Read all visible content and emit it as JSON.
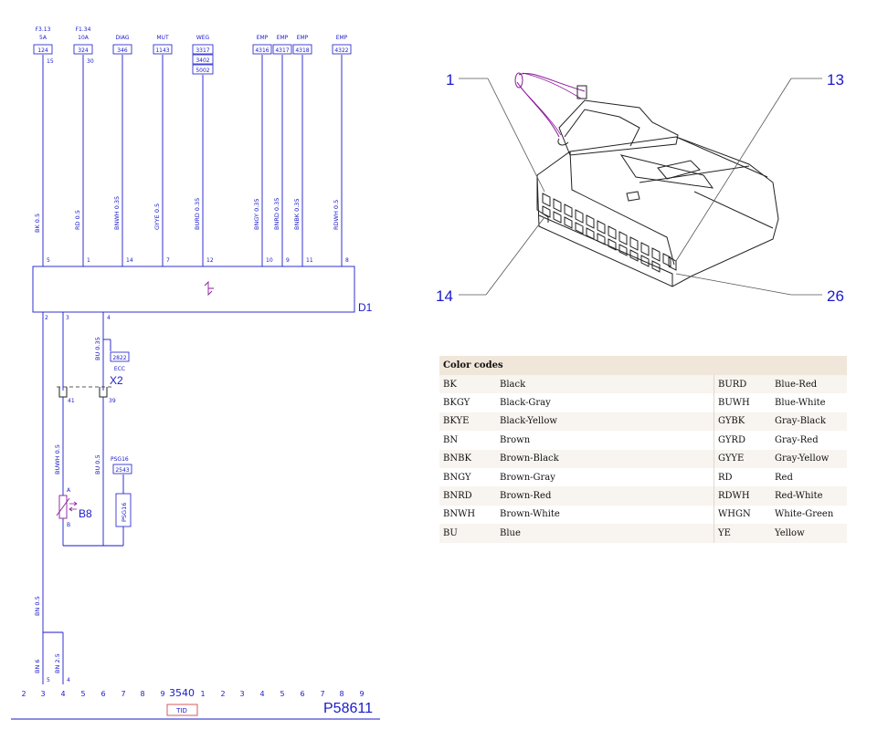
{
  "top_labels": [
    {
      "line1": "F3.13",
      "line2": "5A"
    },
    {
      "line1": "F1.34",
      "line2": "10A"
    },
    {
      "line1": "DIAG"
    },
    {
      "line1": "MUT"
    },
    {
      "line1": "WEG"
    },
    {
      "line1": "EMP"
    },
    {
      "line1": "EMP"
    },
    {
      "line1": "EMP"
    },
    {
      "line1": "EMP"
    }
  ],
  "top_boxes": [
    "124",
    "324",
    "346",
    "1143",
    "3317",
    "3402",
    "5002",
    "4316",
    "4317",
    "4318",
    "4322"
  ],
  "top_pins": [
    "15",
    "30"
  ],
  "wires": [
    {
      "color": "BK 0.5",
      "pin": "5"
    },
    {
      "color": "RD 0.5",
      "pin": "1"
    },
    {
      "color": "BNWH 0.35",
      "pin": "14"
    },
    {
      "color": "GYYE 0.5",
      "pin": "7"
    },
    {
      "color": "BURD 0.35",
      "pin": "12"
    },
    {
      "color": "BNGY 0.35",
      "pin": "10"
    },
    {
      "color": "BNRD 0.35",
      "pin": "9"
    },
    {
      "color": "BNBK 0.35",
      "pin": "11"
    },
    {
      "color": "RDWH 0.5",
      "pin": "8"
    }
  ],
  "d1": {
    "label": "D1",
    "bottom_pins": [
      "2",
      "3",
      "4"
    ]
  },
  "lower": {
    "bu035": "BU 0.35",
    "ecc_box": "2822",
    "ecc_label": "ECC",
    "x2_label": "X2",
    "x2_pins": [
      "41",
      "39"
    ],
    "buwh": "BUWH 0.5",
    "bu05": "BU 0.5",
    "psg_label": "PSG16",
    "psg_box": "2543",
    "psg_vertical": "PSG16",
    "b8_label": "B8",
    "b8_pins": [
      "A",
      "B"
    ],
    "bn05": "BN 0.5",
    "bn6": "BN 6",
    "bn25": "BN 2.5",
    "ground_pins": [
      "5",
      "4"
    ]
  },
  "ruler": {
    "numbers": [
      "2",
      "3",
      "4",
      "5",
      "6",
      "7",
      "8",
      "9",
      "3540",
      "1",
      "2",
      "3",
      "4",
      "5",
      "6",
      "7",
      "8",
      "9"
    ],
    "tid": "TID",
    "page_code": "P58611"
  },
  "connector_callouts": [
    "1",
    "13",
    "14",
    "26"
  ],
  "color_table": {
    "title": "Color codes",
    "rows": [
      [
        "BK",
        "Black",
        "BURD",
        "Blue-Red"
      ],
      [
        "BKGY",
        "Black-Gray",
        "BUWH",
        "Blue-White"
      ],
      [
        "BKYE",
        "Black-Yellow",
        "GYBK",
        "Gray-Black"
      ],
      [
        "BN",
        "Brown",
        "GYRD",
        "Gray-Red"
      ],
      [
        "BNBK",
        "Brown-Black",
        "GYYE",
        "Gray-Yellow"
      ],
      [
        "BNGY",
        "Brown-Gray",
        "RD",
        "Red"
      ],
      [
        "BNRD",
        "Brown-Red",
        "RDWH",
        "Red-White"
      ],
      [
        "BNWH",
        "Brown-White",
        "WHGN",
        "White-Green"
      ],
      [
        "BU",
        "Blue",
        "YE",
        "Yellow"
      ]
    ]
  },
  "colors": {
    "wire": "#1a1acc",
    "accent": "#8a1a9a",
    "table_header": "#f0e6da"
  }
}
